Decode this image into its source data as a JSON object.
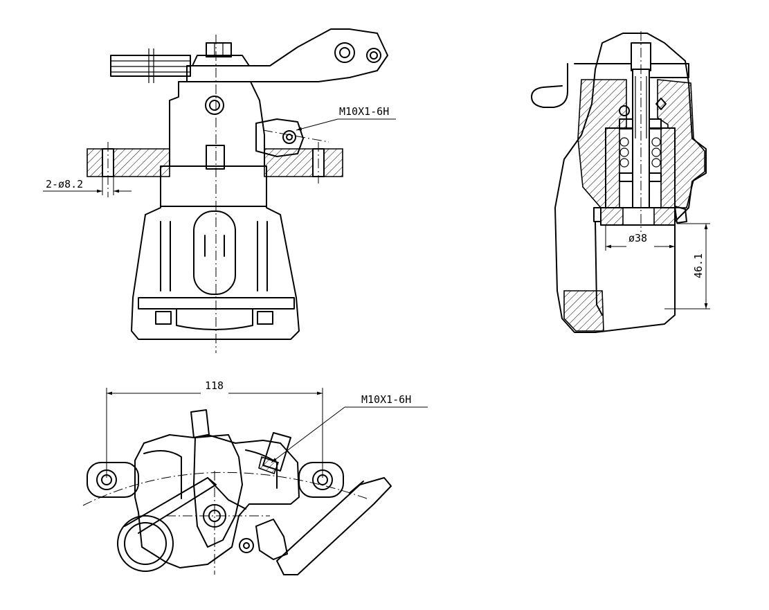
{
  "labels": {
    "top_thread": "M10X1-6H",
    "hole_spec": "2-ø8.2",
    "bottom_thread": "M10X1-6H",
    "width_dim": "118",
    "bore_dim": "ø38",
    "depth_dim": "46.1"
  }
}
